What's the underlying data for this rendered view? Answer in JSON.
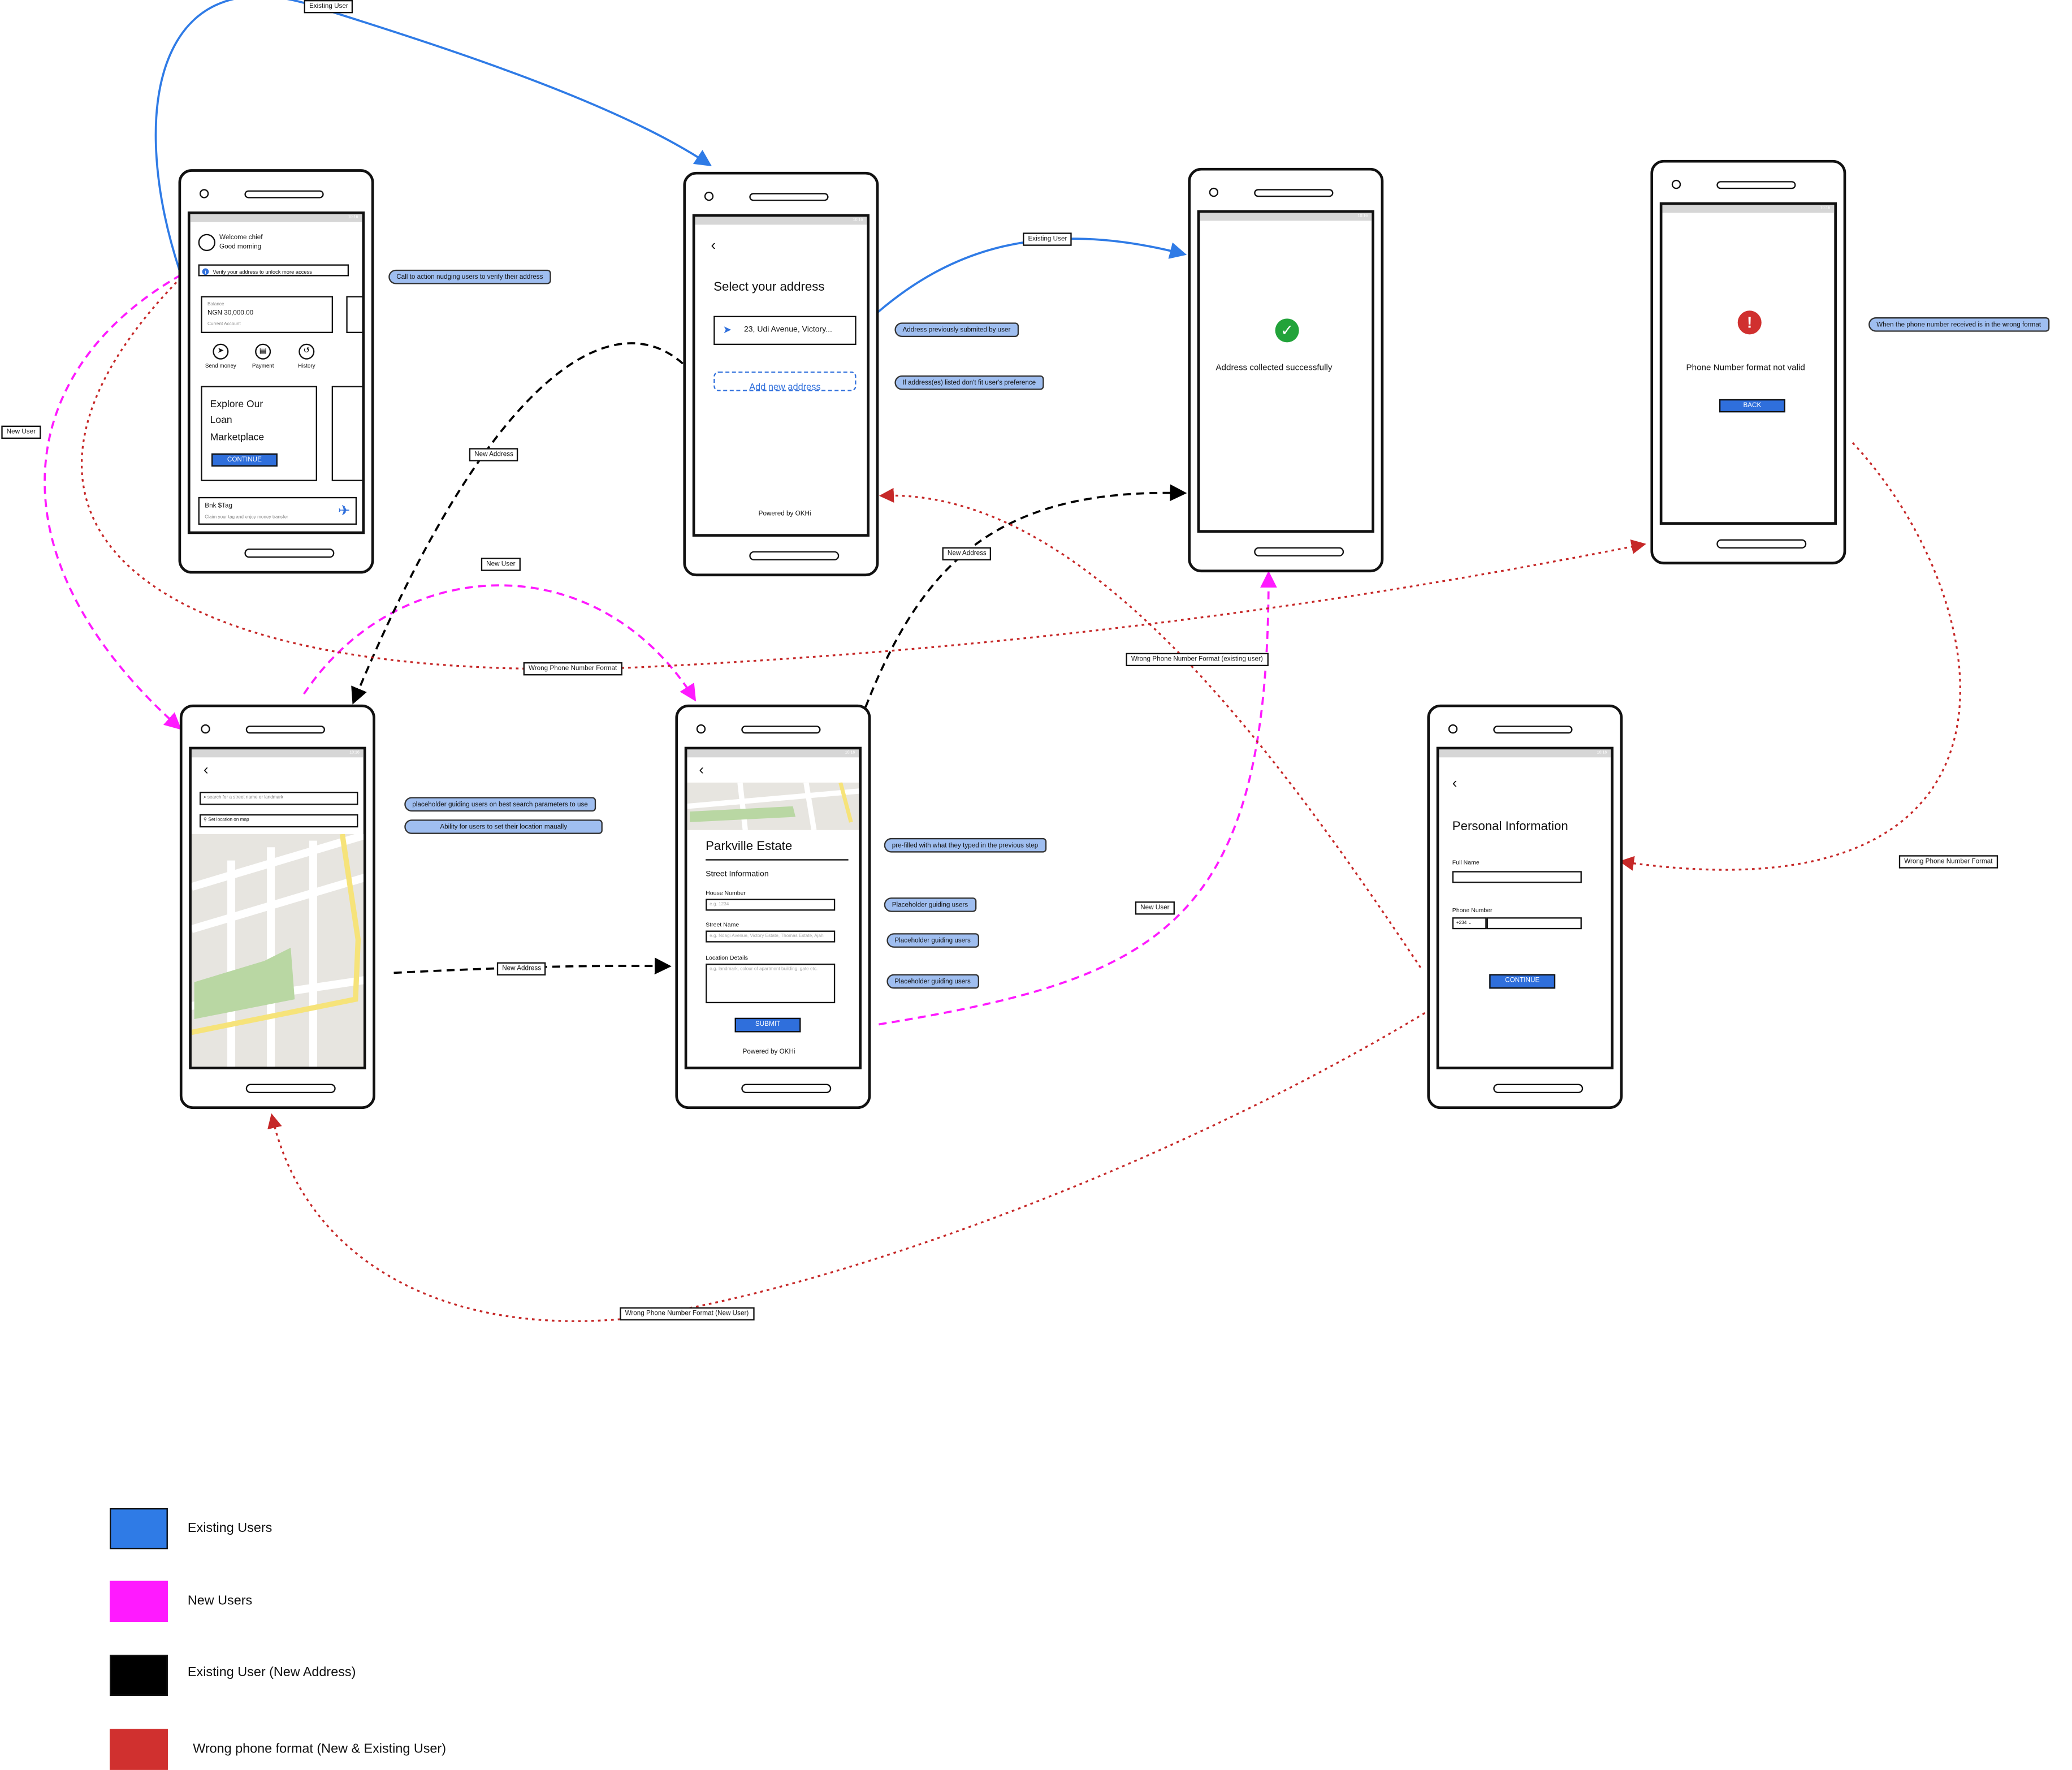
{
  "screens": {
    "home": {
      "greeting": "Welcome chief",
      "subgreeting": "Good morning",
      "verify_banner": "Verify your address to unlock more access",
      "balance_label": "Balance",
      "balance_value": "NGN 30,000.00",
      "account_label": "Current Account",
      "actions": [
        {
          "label": "Send money",
          "icon": "send-icon"
        },
        {
          "label": "Payment",
          "icon": "payment-icon"
        },
        {
          "label": "History",
          "icon": "history-icon"
        }
      ],
      "loan_line1": "Explore Our",
      "loan_line2": "Loan",
      "loan_line3": "Marketplace",
      "loan_button": "CONTINUE",
      "tag_title": "Bnk $Tag",
      "tag_sub": "Claim your tag and enjoy money transfer"
    },
    "select_address": {
      "title": "Select your address",
      "address_item": "23, Udi Avenue, Victory...",
      "add_new": "Add new address",
      "powered_by": "Powered by OKHi"
    },
    "success": {
      "message": "Address collected successfully"
    },
    "phone_error": {
      "message": "Phone Number format not valid",
      "button": "BACK"
    },
    "map_search": {
      "search_placeholder": "search for a street name or landmark",
      "set_location": "Set location on map"
    },
    "address_form": {
      "title": "Parkville Estate",
      "section": "Street Information",
      "house_label": "House Number",
      "house_placeholder": "e.g. 1234",
      "street_label": "Street Name",
      "street_placeholder": "e.g. Ndagi Avenue, Victory Estate, Thomas Estate, Ajah",
      "location_label": "Location Details",
      "location_placeholder": "e.g. landmark, colour of apartment building, gate etc.",
      "submit": "SUBMIT",
      "powered_by": "Powered by OKHi"
    },
    "personal_info": {
      "title": "Personal Information",
      "full_name_label": "Full Name",
      "phone_label": "Phone Number",
      "country_code": "+234",
      "button": "CONTINUE"
    }
  },
  "notes": {
    "cta": "Call to action nudging users to verify their address",
    "prev_address": "Address previously submited by user",
    "not_fit": "If address(es) listed don't fit user's preference",
    "wrong_format": "When the phone number received is in the wrong format",
    "search_hint": "placeholder guiding users on best search parameters to use",
    "manual_set": "Ability for users to set their location maually",
    "prefilled": "pre-filled with what they typed in the previous step",
    "placeholder1": "Placeholder guiding users",
    "placeholder2": "Placeholder guiding users",
    "placeholder3": "Placeholder guiding users"
  },
  "flow_labels": {
    "existing_user_top": "Existing User",
    "existing_user_mid": "Existing User",
    "new_user_left": "New User",
    "new_address_1": "New Address",
    "new_user_mid": "New User",
    "wrong_phone": "Wrong Phone Number Format",
    "new_address_2": "New Address",
    "wrong_phone_existing": "Wrong Phone Number Format (existing user)",
    "new_address_3": "New Address",
    "new_user_right": "New User",
    "wrong_phone_right": "Wrong Phone Number Format",
    "wrong_phone_new": "Wrong Phone Number Format (New User)"
  },
  "legend": [
    {
      "label": "Existing Users",
      "color": "#2f7be6"
    },
    {
      "label": "New Users",
      "color": "#ff1aff"
    },
    {
      "label": "Existing User (New Address)",
      "color": "#000000"
    },
    {
      "label": "Wrong phone format (New & Existing User)",
      "color": "#d0302f"
    }
  ],
  "colors": {
    "existing": "#2f7be6",
    "new_user": "#ff1aff",
    "new_address": "#000000",
    "wrong_phone": "#c62828",
    "button": "#2f6fdc",
    "note": "#9fbef0"
  }
}
